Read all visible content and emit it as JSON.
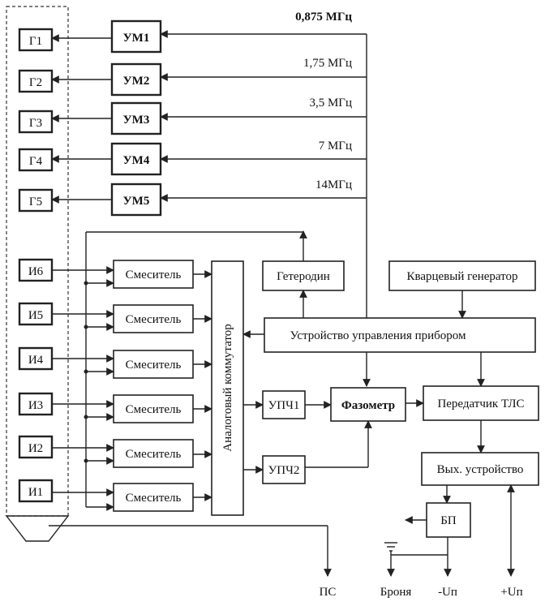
{
  "generators": [
    "Г1",
    "Г2",
    "Г3",
    "Г4",
    "Г5"
  ],
  "amplifiers": [
    "УМ1",
    "УМ2",
    "УМ3",
    "УМ4",
    "УМ5"
  ],
  "frequencies": [
    "0,875 МГц",
    "1,75 МГц",
    "3,5 МГц",
    "7 МГц",
    "14МГц"
  ],
  "receivers": [
    "И6",
    "И5",
    "И4",
    "И3",
    "И2",
    "И1"
  ],
  "mixer_label": "Смеситель",
  "blocks": {
    "heterodyne": "Гетеродин",
    "quartz": "Кварцевый генератор",
    "control": "Устройство управления прибором",
    "switch": "Аналоговый коммутатор",
    "if1": "УПЧ1",
    "if2": "УПЧ2",
    "phasemeter": "Фазометр",
    "transmitter": "Передатчик ТЛС",
    "output": "Вых. устройство",
    "psu": "БП"
  },
  "terminals": [
    "ПС",
    "Броня",
    "-Uп",
    "+Uп"
  ]
}
